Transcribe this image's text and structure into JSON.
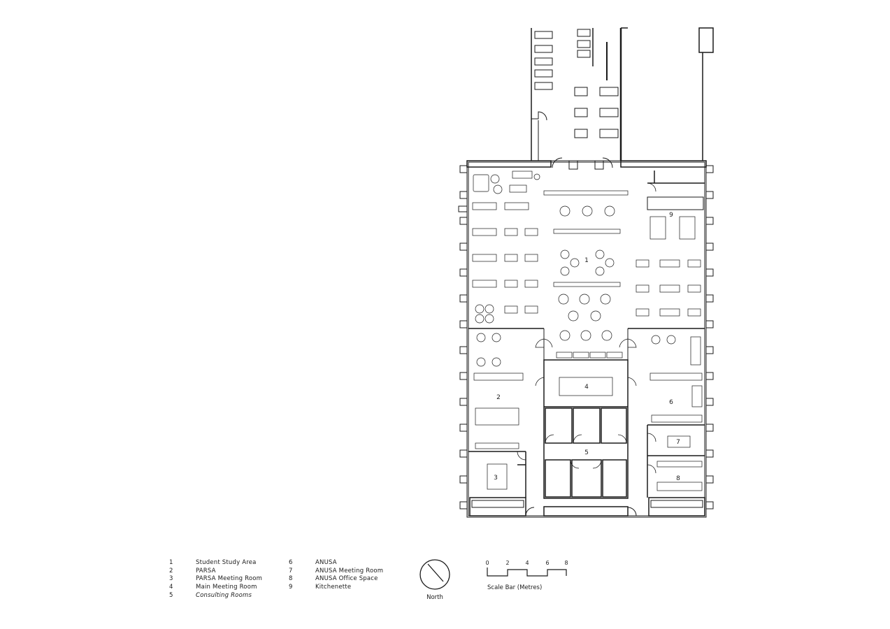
{
  "room_numbers": [
    "1",
    "2",
    "3",
    "4",
    "5",
    "6",
    "7",
    "8",
    "9"
  ],
  "legend": [
    {
      "num": "1",
      "label": "Student Study Area"
    },
    {
      "num": "2",
      "label": "PARSA"
    },
    {
      "num": "3",
      "label": "PARSA Meeting Room"
    },
    {
      "num": "4",
      "label": "Main Meeting Room"
    },
    {
      "num": "5",
      "label": "Consulting Rooms"
    },
    {
      "num": "6",
      "label": "ANUSA"
    },
    {
      "num": "7",
      "label": "ANUSA Meeting Room"
    },
    {
      "num": "8",
      "label": "ANUSA Office Space"
    },
    {
      "num": "9",
      "label": "Kitchenette"
    }
  ],
  "north_arrow": {
    "label": "North"
  },
  "scale_bar": {
    "title": "Scale Bar (Metres)",
    "ticks": [
      "0",
      "2",
      "4",
      "6",
      "8"
    ]
  },
  "colors": {
    "line": "#1a1a1a",
    "background": "#ffffff"
  }
}
